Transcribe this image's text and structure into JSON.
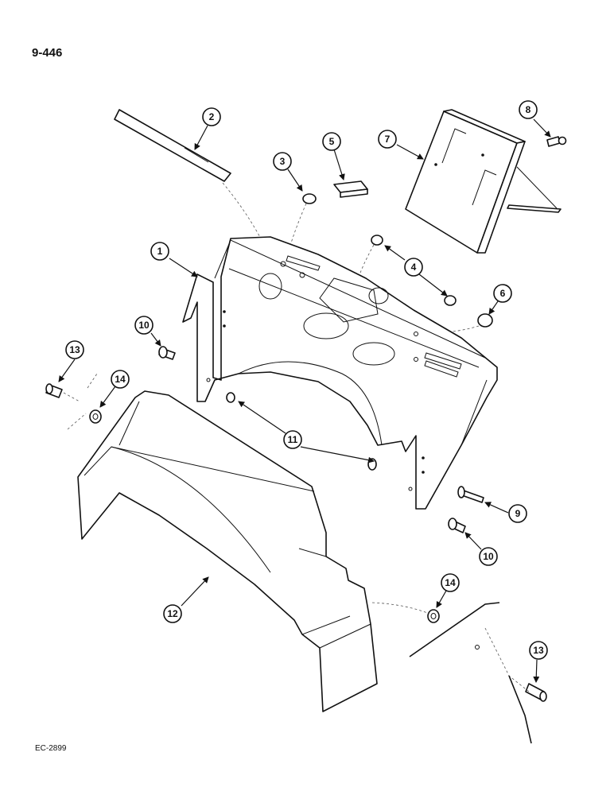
{
  "page_code": "9-446",
  "reference_code": "EC-2899",
  "callouts": [
    "1",
    "2",
    "3",
    "4",
    "5",
    "6",
    "7",
    "8",
    "9",
    "10",
    "10",
    "11",
    "12",
    "13",
    "13",
    "14",
    "14"
  ]
}
